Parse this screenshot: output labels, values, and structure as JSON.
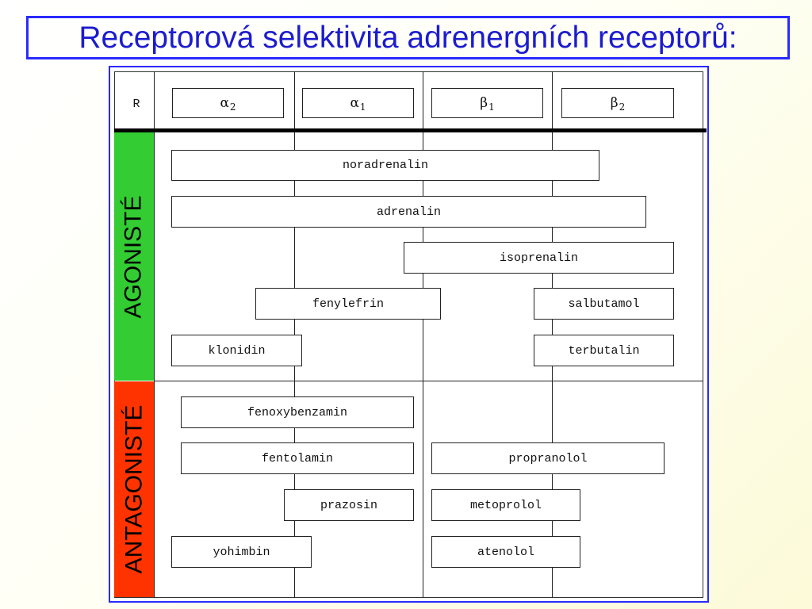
{
  "title": "Receptorová selektivita adrenergních receptorů:",
  "header": {
    "row_label": "R",
    "receptors": [
      {
        "symbol": "α",
        "sub": "2"
      },
      {
        "symbol": "α",
        "sub": "1"
      },
      {
        "symbol": "β",
        "sub": "1"
      },
      {
        "symbol": "β",
        "sub": "2"
      }
    ]
  },
  "groups": {
    "agonists": {
      "label": "AGONISTÉ",
      "color": "#33cc33"
    },
    "antagonists": {
      "label": "ANTAGONISTÉ",
      "color": "#ff3300"
    }
  },
  "drugs": {
    "noradrenalin": "noradrenalin",
    "adrenalin": "adrenalin",
    "isoprenalin": "isoprenalin",
    "fenylefrin": "fenylefrin",
    "salbutamol": "salbutamol",
    "klonidin": "klonidin",
    "terbutalin": "terbutalin",
    "fenoxybenzamin": "fenoxybenzamin",
    "fentolamin": "fentolamin",
    "propranolol": "propranolol",
    "prazosin": "prazosin",
    "metoprolol": "metoprolol",
    "yohimbin": "yohimbin",
    "atenolol": "atenolol"
  }
}
